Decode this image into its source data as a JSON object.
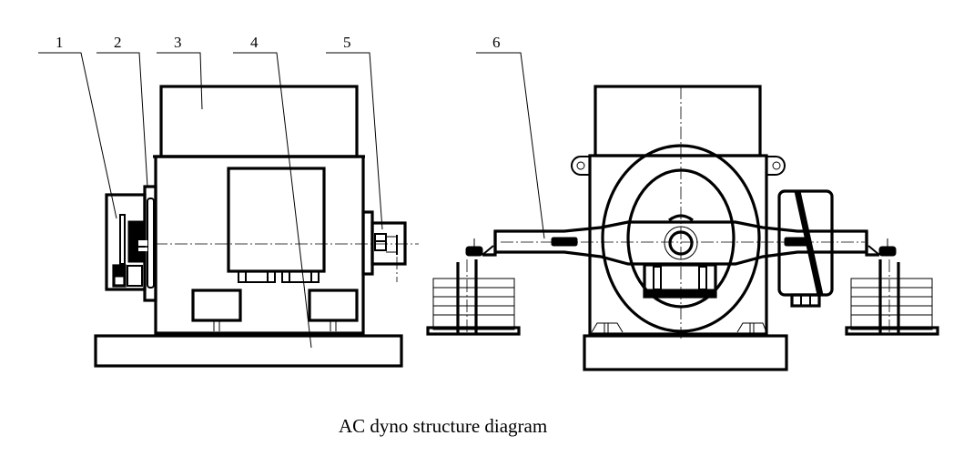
{
  "diagram": {
    "caption": "AC dyno structure diagram",
    "side_view": {
      "callouts": [
        {
          "id": "1",
          "label": "1"
        },
        {
          "id": "2",
          "label": "2"
        },
        {
          "id": "3",
          "label": "3"
        },
        {
          "id": "4",
          "label": "4"
        },
        {
          "id": "5",
          "label": "5"
        }
      ]
    },
    "end_view": {
      "callouts": [
        {
          "id": "6",
          "label": "6"
        }
      ]
    },
    "colors": {
      "line": "#000000",
      "background": "#ffffff"
    }
  }
}
